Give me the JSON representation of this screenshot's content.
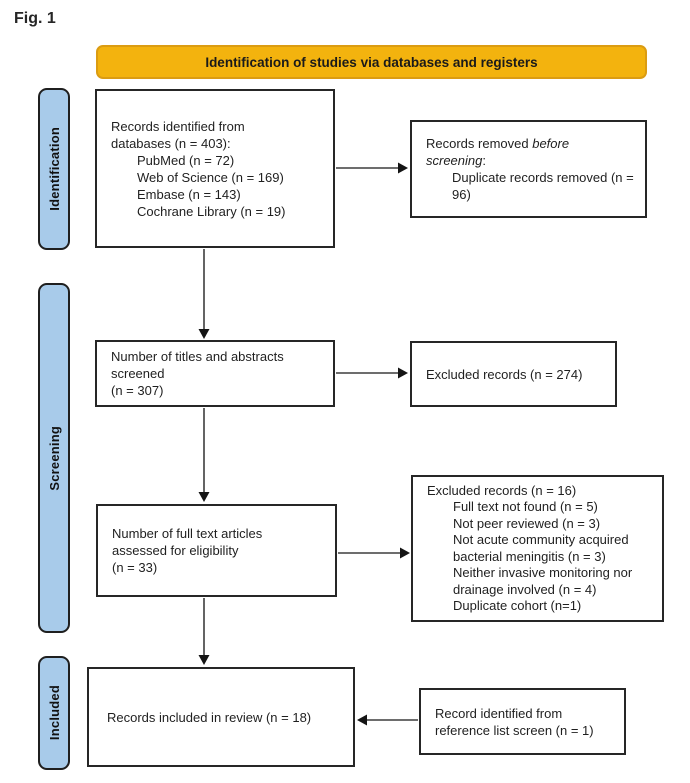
{
  "figure_label": "Fig. 1",
  "banner": {
    "title": "Identification of studies via databases and registers"
  },
  "stages": {
    "identification": "Identification",
    "screening": "Screening",
    "included": "Included"
  },
  "colors": {
    "banner_fill": "#F3B30E",
    "banner_border": "#DB9C12",
    "stage_fill": "#A8CBEA",
    "box_border": "#262626",
    "arrow": "#3d3d3d"
  },
  "boxes": {
    "records_identified": {
      "line1": "Records identified from",
      "line2": "databases (n = 403):",
      "item1": "PubMed (n = 72)",
      "item2": "Web of Science (n = 169)",
      "item3": "Embase (n = 143)",
      "item4": "Cochrane Library (n = 19)"
    },
    "records_removed": {
      "prefix": "Records removed ",
      "italic": "before screening",
      "suffix": ":",
      "item1": "Duplicate records removed (n = 96)"
    },
    "titles_screened": {
      "line1": "Number of titles and abstracts",
      "line2": "screened",
      "line3": "(n = 307)"
    },
    "excluded_records": {
      "text": "Excluded records (n = 274)"
    },
    "fulltext_assessed": {
      "line1": "Number of full text articles",
      "line2": "assessed for eligibility",
      "line3": "(n = 33)"
    },
    "excluded_fulltext": {
      "title": "Excluded records (n = 16)",
      "item1": "Full text not found (n = 5)",
      "item2": "Not peer reviewed (n = 3)",
      "item3": "Not acute community acquired bacterial meningitis (n = 3)",
      "item4": "Neither invasive monitoring nor drainage involved (n = 4)",
      "item5": "Duplicate cohort (n=1)"
    },
    "included_review": {
      "text": "Records included in review (n = 18)"
    },
    "reference_list": {
      "line1": "Record identified from",
      "line2": "reference list screen (n = 1)"
    }
  }
}
